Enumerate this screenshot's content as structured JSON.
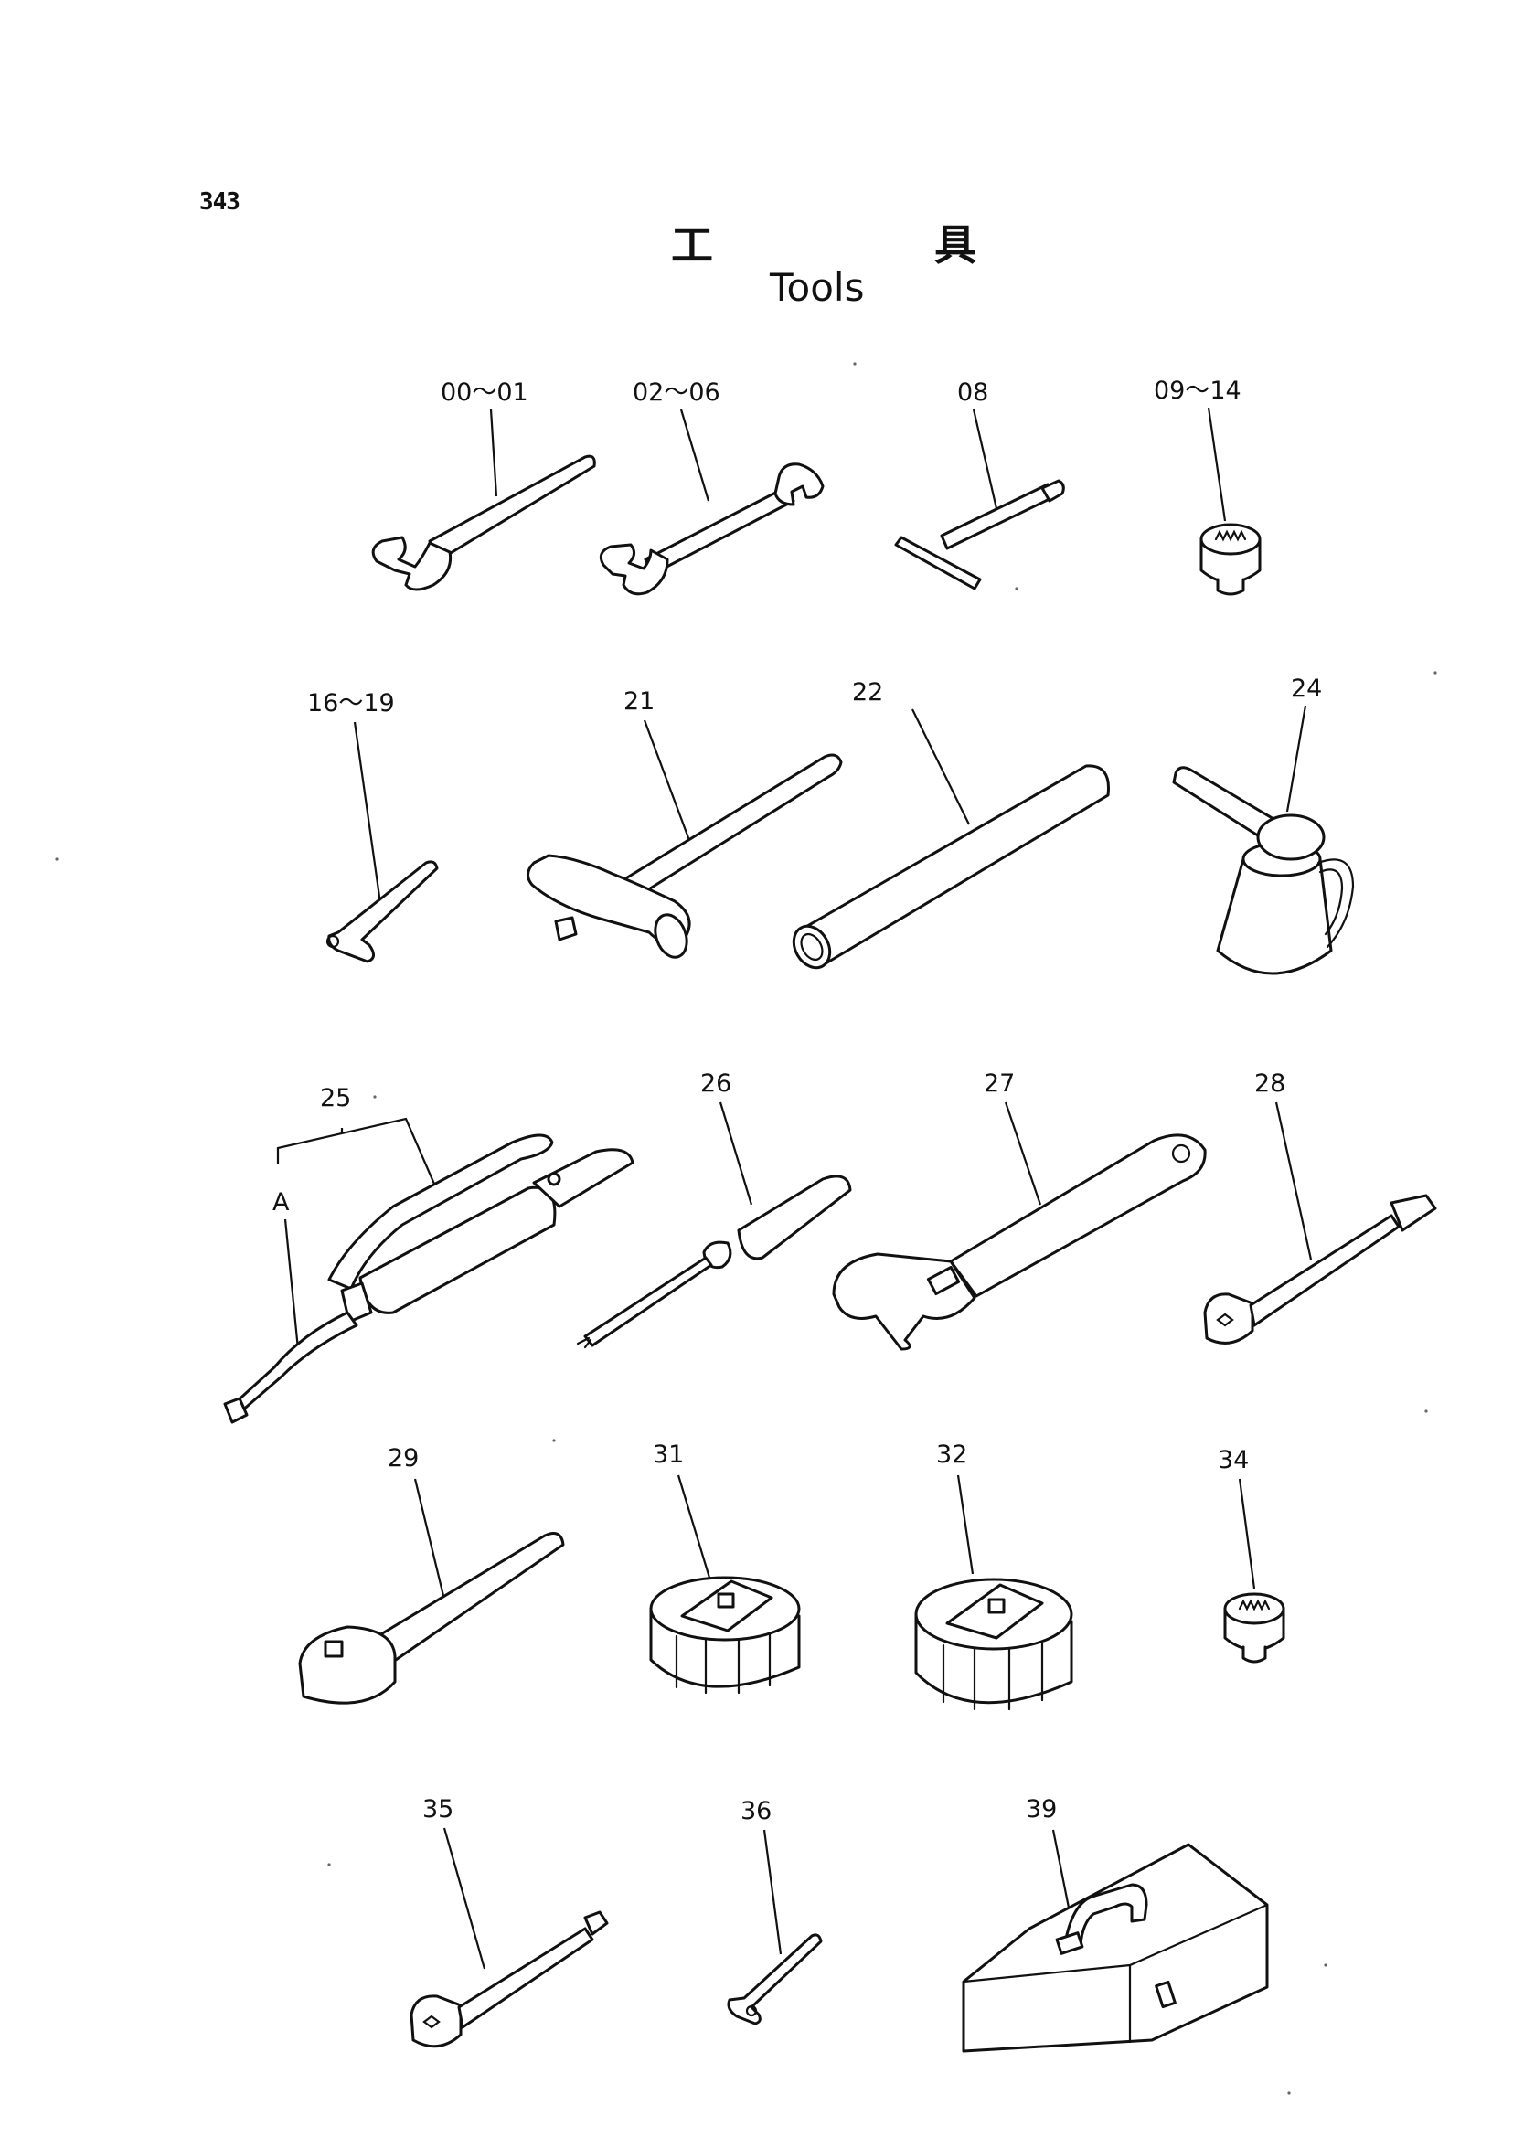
{
  "page_number": "343",
  "title": {
    "jp_left": "工",
    "jp_right": "具",
    "en": "Tools"
  },
  "callouts": {
    "c00_01": "00～01",
    "c02_06": "02～06",
    "c08": "08",
    "c09_14": "09～14",
    "c16_19": "16～19",
    "c21": "21",
    "c22": "22",
    "c24": "24",
    "c25": "25",
    "cA": "A",
    "c26": "26",
    "c27": "27",
    "c28": "28",
    "c29": "29",
    "c31": "31",
    "c32": "32",
    "c34": "34",
    "c35": "35",
    "c36": "36",
    "c39": "39"
  },
  "tools": [
    {
      "callout": "00～01",
      "icon": "single-open-end-wrench-icon"
    },
    {
      "callout": "02～06",
      "icon": "double-open-end-wrench-icon"
    },
    {
      "callout": "08",
      "icon": "t-socket-wrench-icon"
    },
    {
      "callout": "09～14",
      "icon": "socket-icon"
    },
    {
      "callout": "16～19",
      "icon": "hex-key-icon"
    },
    {
      "callout": "21",
      "icon": "hammer-icon"
    },
    {
      "callout": "22",
      "icon": "pipe-bar-icon"
    },
    {
      "callout": "24",
      "icon": "oil-can-icon"
    },
    {
      "callout": "25",
      "icon": "grease-gun-icon"
    },
    {
      "callout": "26",
      "icon": "screwdriver-icon"
    },
    {
      "callout": "27",
      "icon": "adjustable-wrench-icon"
    },
    {
      "callout": "28",
      "icon": "extension-bar-icon"
    },
    {
      "callout": "29",
      "icon": "ratchet-handle-icon"
    },
    {
      "callout": "31",
      "icon": "filter-wrench-cap-icon"
    },
    {
      "callout": "32",
      "icon": "filter-wrench-cap-large-icon"
    },
    {
      "callout": "34",
      "icon": "socket-small-icon"
    },
    {
      "callout": "35",
      "icon": "extension-bar-short-icon"
    },
    {
      "callout": "36",
      "icon": "l-hex-key-icon"
    },
    {
      "callout": "39",
      "icon": "toolbox-icon"
    }
  ]
}
